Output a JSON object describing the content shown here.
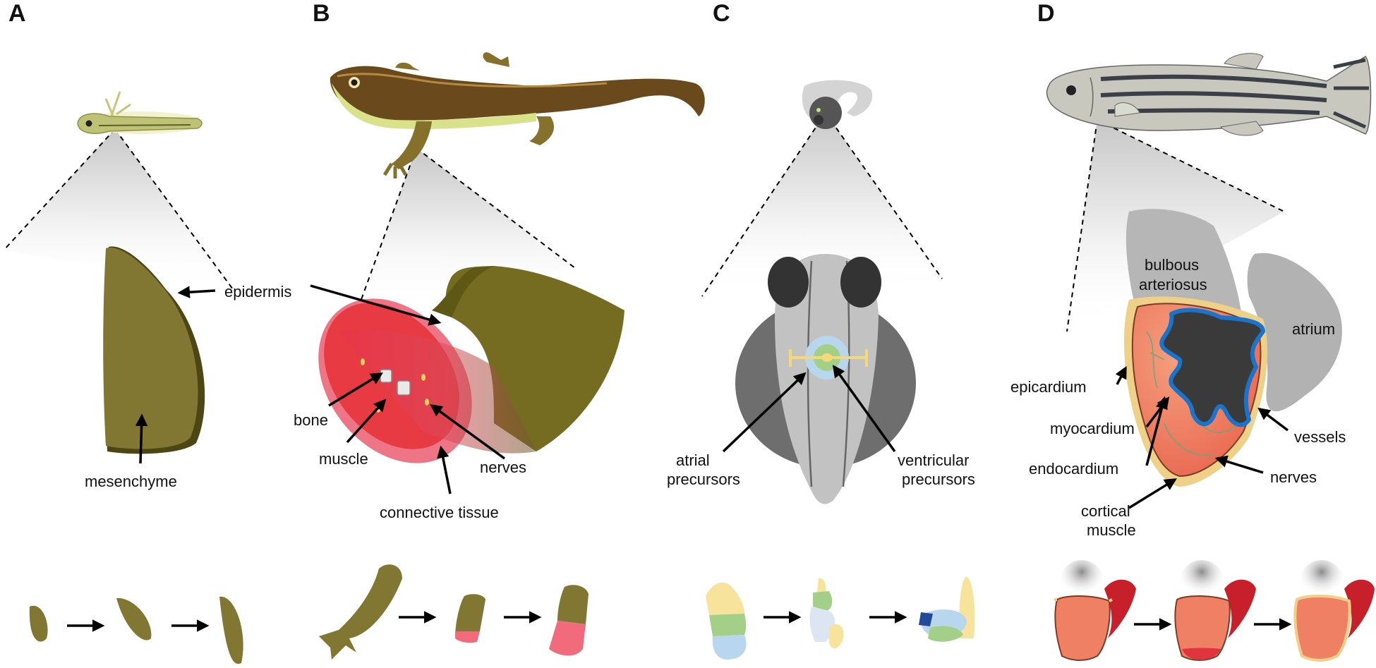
{
  "panels": {
    "A": {
      "letter": "A",
      "labels": {
        "epidermis": "epidermis",
        "mesenchyme": "mesenchyme"
      }
    },
    "B": {
      "letter": "B",
      "labels": {
        "bone": "bone",
        "muscle": "muscle",
        "nerves": "nerves",
        "connective": "connective tissue"
      }
    },
    "C": {
      "letter": "C",
      "labels": {
        "atrial1": "atrial",
        "atrial2": "precursors",
        "ventricular1": "ventricular",
        "ventricular2": "precursors"
      }
    },
    "D": {
      "letter": "D",
      "labels": {
        "bulbous1": "bulbous",
        "bulbous2": "arteriosus",
        "atrium": "atrium",
        "epicardium": "epicardium",
        "myocardium": "myocardium",
        "endocardium": "endocardium",
        "vessels": "vessels",
        "nerves": "nerves",
        "cortical1": "cortical",
        "cortical2": "muscle"
      }
    }
  },
  "colors": {
    "tissue_olive": "#817733",
    "tissue_olive_dark": "#4f4816",
    "muscle_red": "#ee3a43",
    "muscle_pink": "#f07c8a",
    "heart_orange": "#f08063",
    "heart_tan": "#efd089",
    "endocardium_blue": "#1874cd",
    "precursor_green": "#a3cf88",
    "precursor_blue": "#b3cfe8",
    "precursor_yellow": "#f7e39b",
    "gray_cone": "#e6e6e6"
  }
}
